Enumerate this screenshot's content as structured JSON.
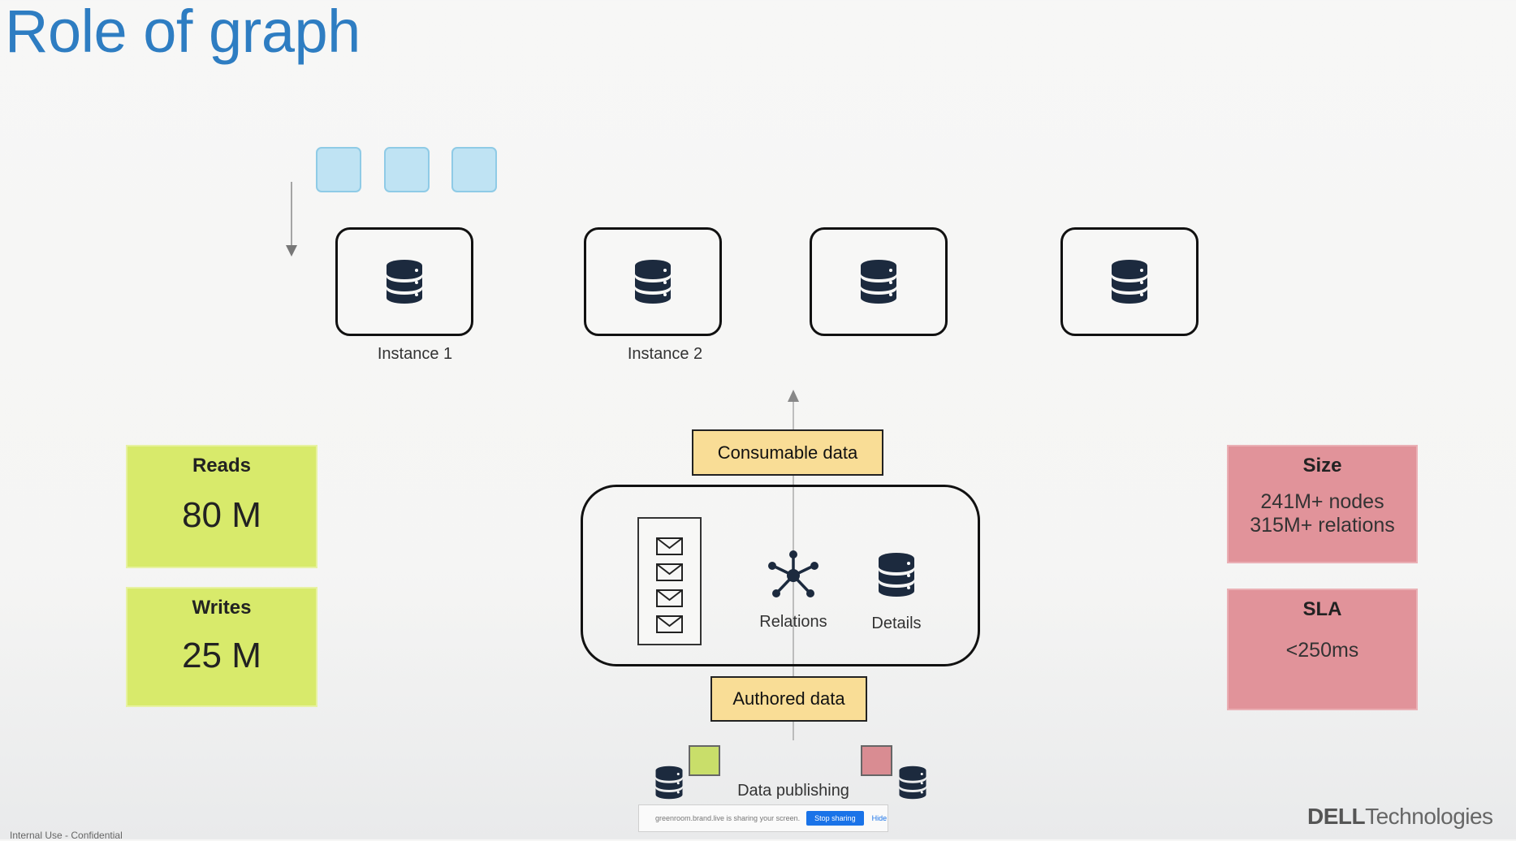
{
  "title": "Role of graph",
  "instances": [
    {
      "label": "Instance 1"
    },
    {
      "label": "Instance 2"
    },
    {
      "label": ""
    },
    {
      "label": ""
    }
  ],
  "tags": {
    "consumable": "Consumable data",
    "authored": "Authored data"
  },
  "panel": {
    "relations_label": "Relations",
    "details_label": "Details"
  },
  "metrics": {
    "reads": {
      "label": "Reads",
      "value": "80 M"
    },
    "writes": {
      "label": "Writes",
      "value": "25 M"
    },
    "size": {
      "label": "Size",
      "line1": "241M+ nodes",
      "line2": "315M+ relations"
    },
    "sla": {
      "label": "SLA",
      "value": "<250ms"
    }
  },
  "publishing": {
    "label": "Data publishing"
  },
  "share_bar": {
    "text": "greenroom.brand.live is sharing your screen.",
    "stop": "Stop sharing",
    "hide": "Hide"
  },
  "branding": {
    "logo_bold": "DELL",
    "logo_rest": "Technologies"
  },
  "footer": {
    "text": "Internal Use - Confidential"
  },
  "colors": {
    "title": "#2e7dc2",
    "tag_fill": "#f9dd96",
    "metric_green": "#d8ea6b",
    "metric_red": "#e1939a",
    "queue_square": "#bfe3f3",
    "db_icon": "#1c2a3e"
  }
}
